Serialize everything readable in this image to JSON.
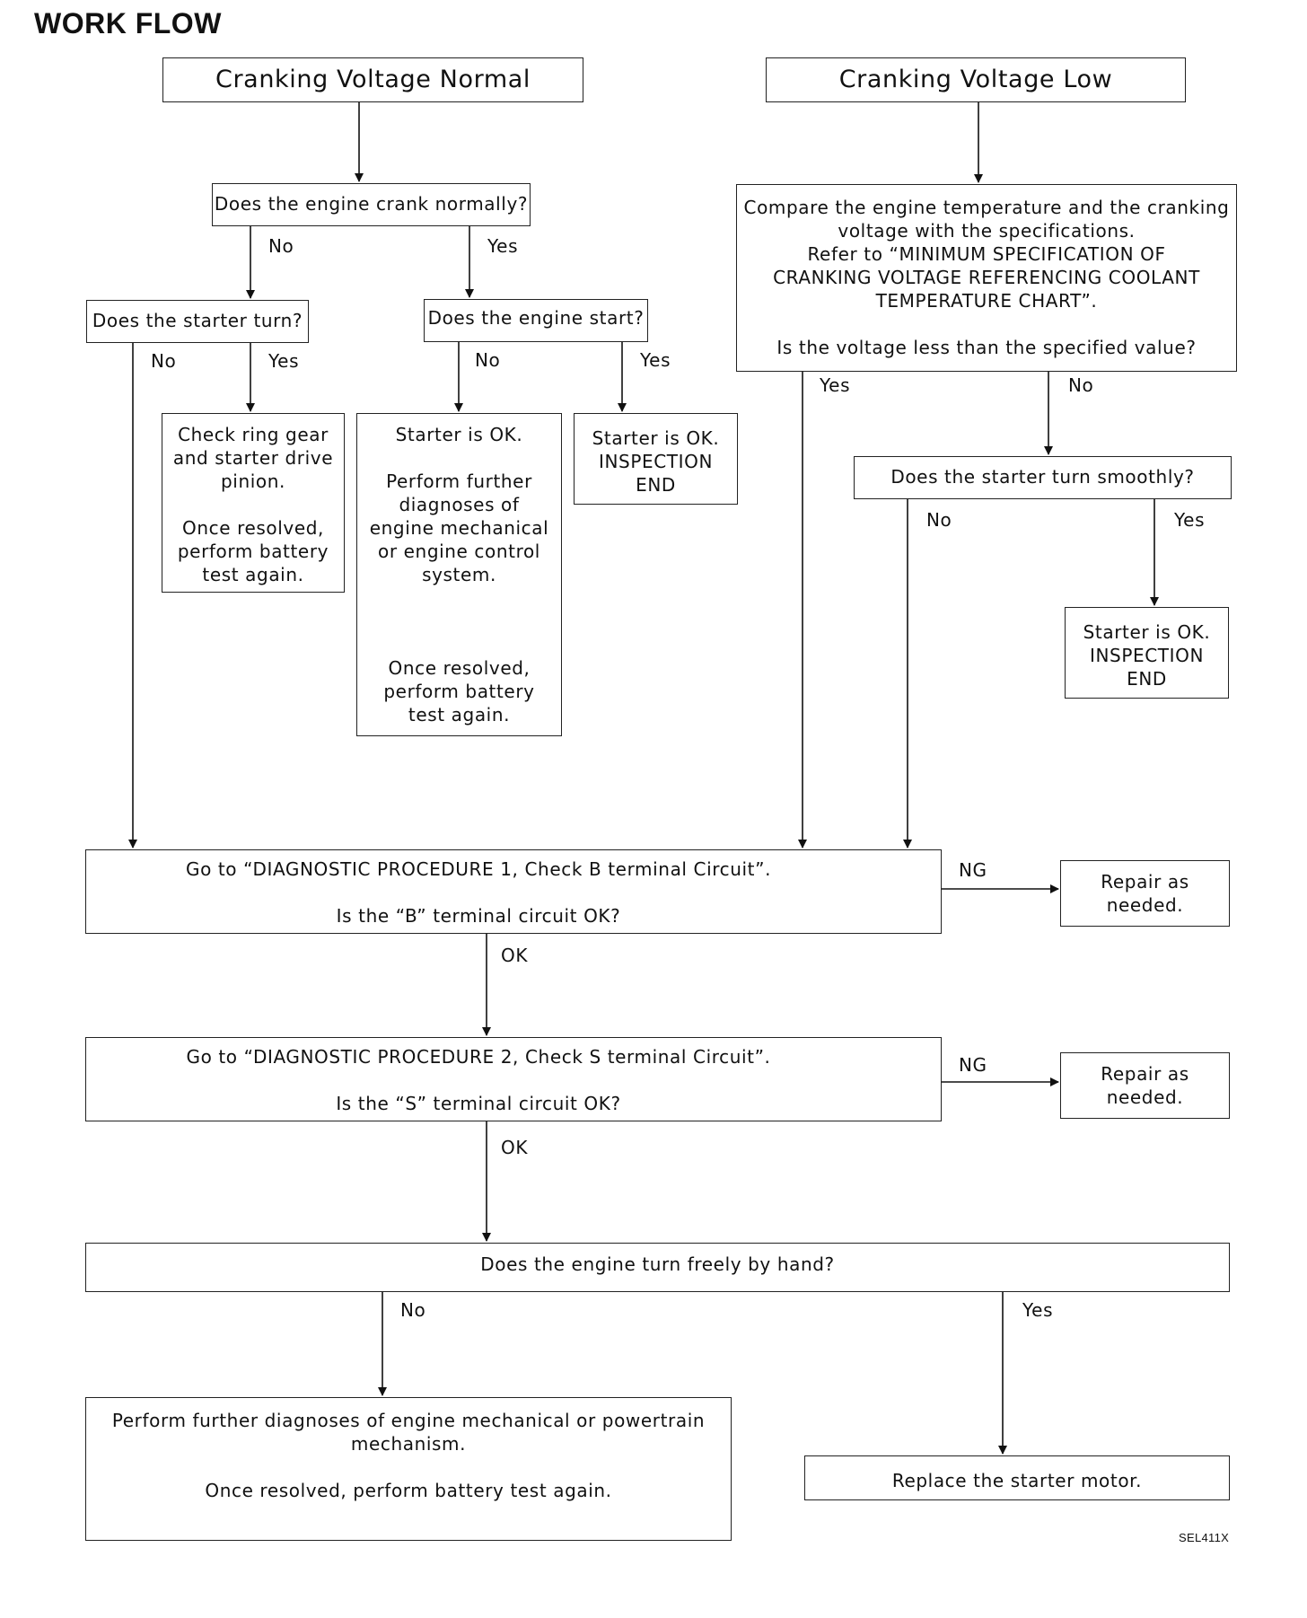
{
  "title": "WORK FLOW",
  "nodes": {
    "crank_normal": [
      "Cranking Voltage Normal"
    ],
    "crank_low": [
      "Cranking Voltage Low"
    ],
    "q_crank_normally": [
      "Does the engine crank normally?"
    ],
    "q_compare": [
      "Compare the engine temperature and the cranking",
      "voltage with the specifications.",
      "Refer to “MINIMUM SPECIFICATION OF",
      "CRANKING VOLTAGE REFERENCING COOLANT",
      "TEMPERATURE CHART”.",
      "",
      "Is the voltage less than the specified value?"
    ],
    "q_starter_turn": [
      "Does the starter turn?"
    ],
    "q_engine_start": [
      "Does the engine start?"
    ],
    "check_ring_gear": [
      "Check ring gear",
      "and starter drive",
      "pinion.",
      "",
      "Once resolved,",
      "perform battery",
      "test again."
    ],
    "starter_ok_diag": [
      "Starter is OK.",
      "",
      "Perform further",
      "diagnoses of",
      "engine mechanical",
      "or engine control",
      "system.",
      "",
      "",
      "",
      "Once resolved,",
      "perform battery",
      "test again."
    ],
    "starter_ok_end_1": [
      "Starter is OK.",
      "INSPECTION",
      "END"
    ],
    "q_turn_smoothly": [
      "Does the starter turn smoothly?"
    ],
    "starter_ok_end_2": [
      "Starter is OK.",
      "INSPECTION",
      "END"
    ],
    "diag_proc_1": [
      "Go to “DIAGNOSTIC PROCEDURE 1, Check B terminal Circuit”.",
      "",
      "Is the “B” terminal circuit OK?"
    ],
    "repair_1": [
      "Repair as",
      "needed."
    ],
    "diag_proc_2": [
      "Go to “DIAGNOSTIC PROCEDURE 2, Check S terminal Circuit”.",
      "",
      "Is the “S” terminal circuit OK?"
    ],
    "repair_2": [
      "Repair as",
      "needed."
    ],
    "q_turn_by_hand": [
      "Does the engine turn freely by hand?"
    ],
    "further_diag": [
      "Perform further diagnoses of engine mechanical or powertrain",
      "mechanism.",
      "",
      "Once resolved, perform battery test again."
    ],
    "replace_starter": [
      "Replace the starter motor."
    ]
  },
  "labels": {
    "crank_no": "No",
    "crank_yes": "Yes",
    "starter_turn_no": "No",
    "starter_turn_yes": "Yes",
    "engine_start_no": "No",
    "engine_start_yes": "Yes",
    "voltage_yes": "Yes",
    "voltage_no": "No",
    "smooth_no": "No",
    "smooth_yes": "Yes",
    "proc1_ng": "NG",
    "proc1_ok": "OK",
    "proc2_ng": "NG",
    "proc2_ok": "OK",
    "hand_no": "No",
    "hand_yes": "Yes"
  },
  "figure_code": "SEL411X"
}
